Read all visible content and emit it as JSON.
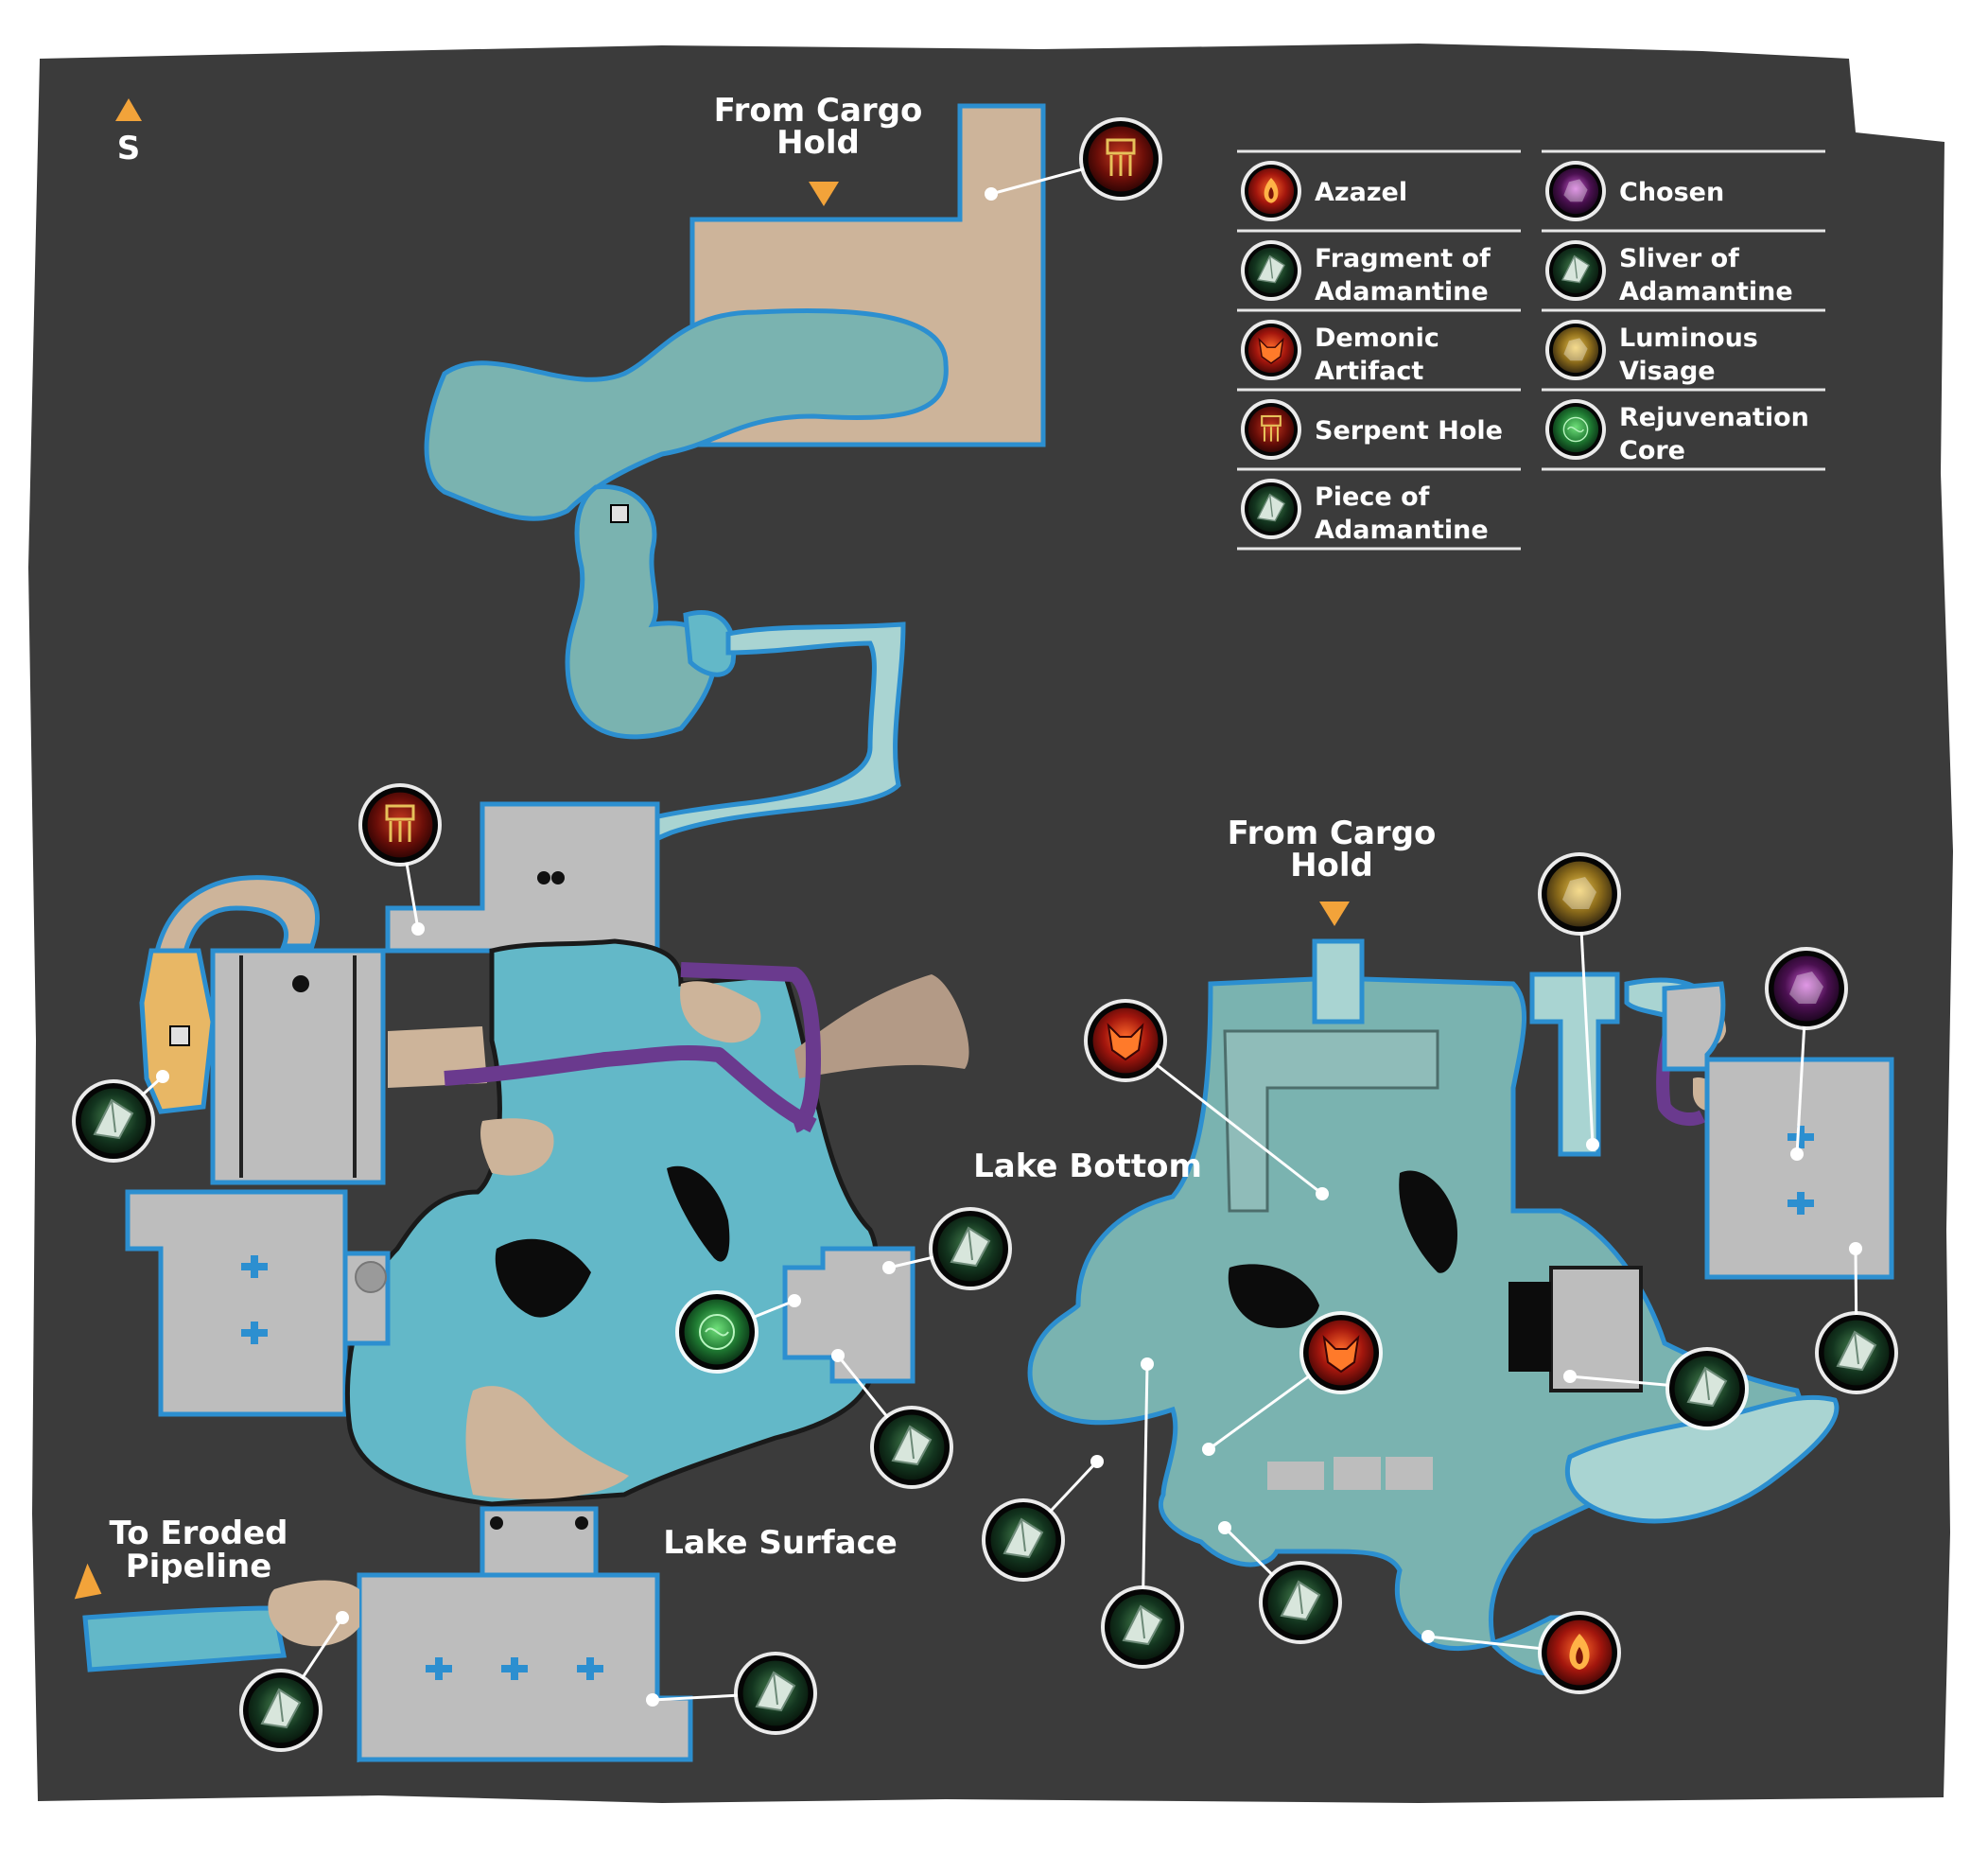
{
  "compass": {
    "label": "S",
    "icon": "orange-triangle-icon"
  },
  "labels": {
    "from_cargo_hold_top": [
      "From Cargo",
      "Hold"
    ],
    "from_cargo_hold_right": [
      "From Cargo",
      "Hold"
    ],
    "to_eroded_pipeline": [
      "To Eroded",
      "Pipeline"
    ],
    "lake_bottom": "Lake Bottom",
    "lake_surface": "Lake Surface"
  },
  "legend": [
    {
      "id": "azazel",
      "lines": [
        "Azazel"
      ],
      "icon": "azazel-icon"
    },
    {
      "id": "chosen",
      "lines": [
        "Chosen"
      ],
      "icon": "chosen-icon"
    },
    {
      "id": "fragment",
      "lines": [
        "Fragment of",
        "Adamantine"
      ],
      "icon": "fragment-of-adamantine-icon"
    },
    {
      "id": "sliver",
      "lines": [
        "Sliver of",
        "Adamantine"
      ],
      "icon": "sliver-of-adamantine-icon"
    },
    {
      "id": "demonic",
      "lines": [
        "Demonic",
        "Artifact"
      ],
      "icon": "demonic-artifact-icon"
    },
    {
      "id": "visage",
      "lines": [
        "Luminous",
        "Visage"
      ],
      "icon": "luminous-visage-icon"
    },
    {
      "id": "serpent",
      "lines": [
        "Serpent Hole"
      ],
      "icon": "serpent-hole-icon"
    },
    {
      "id": "core",
      "lines": [
        "Rejuvenation",
        "Core"
      ],
      "icon": "rejuvenation-core-icon"
    },
    {
      "id": "piece",
      "lines": [
        "Piece of",
        "Adamantine"
      ],
      "icon": "piece-of-adamantine-icon"
    }
  ],
  "colors": {
    "background": "#3b3b3b",
    "water": "#63b8c8",
    "deep_water": "#7ab3b0",
    "shallow": "#a9d4d2",
    "room": "#bdbdbd",
    "sand": "#cdb49a",
    "path_purple": "#6a3a8e",
    "outline_blue": "#2c8fd0",
    "orange": "#f2a33a"
  }
}
